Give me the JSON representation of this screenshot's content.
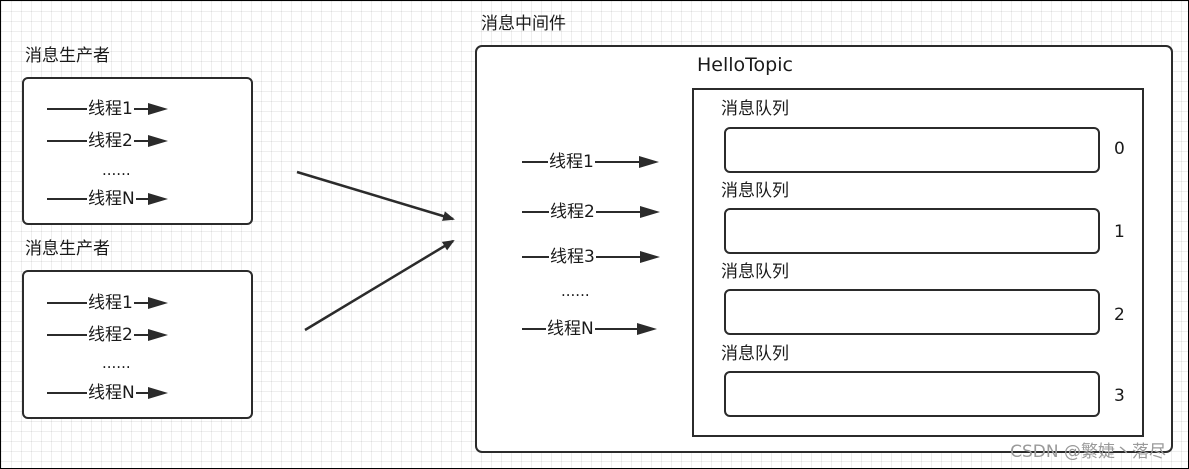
{
  "producers": [
    {
      "title": "消息生产者",
      "threads": [
        "线程1",
        "线程2",
        "线程N"
      ],
      "ellipsis": "......"
    },
    {
      "title": "消息生产者",
      "threads": [
        "线程1",
        "线程2",
        "线程N"
      ],
      "ellipsis": "......"
    }
  ],
  "middleware": {
    "title": "消息中间件",
    "topic": "HelloTopic",
    "threads": [
      "线程1",
      "线程2",
      "线程3",
      "线程N"
    ],
    "ellipsis": "......",
    "queues": [
      {
        "label": "消息队列",
        "index": "0"
      },
      {
        "label": "消息队列",
        "index": "1"
      },
      {
        "label": "消息队列",
        "index": "2"
      },
      {
        "label": "消息队列",
        "index": "3"
      }
    ]
  },
  "watermark": "CSDN @繁婕丶落尽",
  "colors": {
    "stroke": "#2b2b2b",
    "grid": "#efefef",
    "watermark": "#9a9a9a"
  }
}
